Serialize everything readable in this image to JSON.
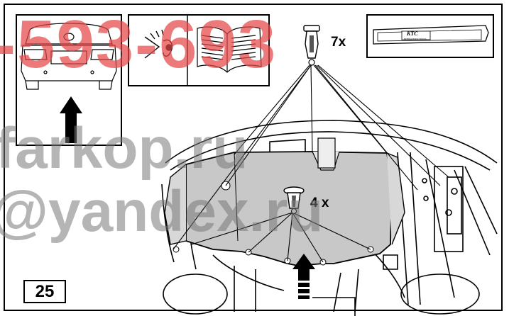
{
  "step_number": "25",
  "fastener_top_qty": "7x",
  "fastener_bottom_qty": "4 x",
  "tool_brand": "KTC",
  "tool_subtext": "MOBILE BODY TOOLS",
  "watermark": {
    "top": "-593-693",
    "line1": "farkop.ru",
    "line2": "@yandex.ru"
  },
  "colors": {
    "watermark_red": "#e64646",
    "watermark_gray": "#787878",
    "shield_fill": "#c8c8c8"
  }
}
